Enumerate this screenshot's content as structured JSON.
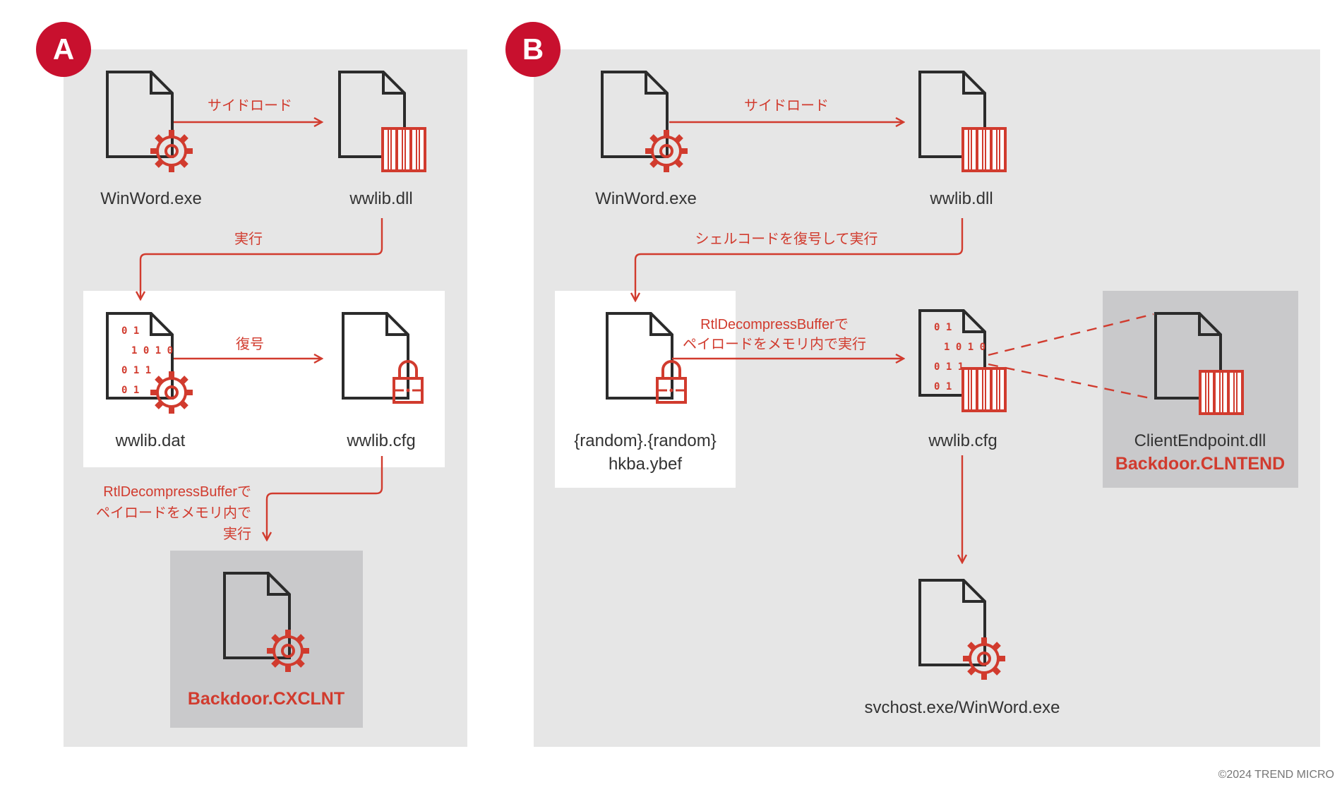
{
  "panel_a": {
    "badge": "A",
    "winword": "WinWord.exe",
    "wwlib_dll": "wwlib.dll",
    "wwlib_dat": "wwlib.dat",
    "wwlib_cfg": "wwlib.cfg",
    "malware": "Backdoor.CXCLNT",
    "edge_sideload": "サイドロード",
    "edge_execute": "実行",
    "edge_decrypt": "復号",
    "edge_mem_1": "RtlDecompressBufferで",
    "edge_mem_2": "ペイロードをメモリ内で",
    "edge_mem_3": "実行"
  },
  "panel_b": {
    "badge": "B",
    "winword": "WinWord.exe",
    "wwlib_dll": "wwlib.dll",
    "random_1": "{random}.{random}",
    "random_2": "hkba.ybef",
    "wwlib_cfg": "wwlib.cfg",
    "client_endpoint": "ClientEndpoint.dll",
    "malware": "Backdoor.CLNTEND",
    "svchost": "svchost.exe/WinWord.exe",
    "edge_sideload": "サイドロード",
    "edge_shellcode": "シェルコードを復号して実行",
    "edge_mem_1": "RtlDecompressBufferで",
    "edge_mem_2": "ペイロードをメモリ内で実行"
  },
  "copyright": "©2024 TREND MICRO",
  "colors": {
    "accent": "#d13b2e",
    "panel_bg": "#e6e6e6",
    "malware_bg": "#c9c9cb",
    "icon": "#2b2b2b"
  }
}
